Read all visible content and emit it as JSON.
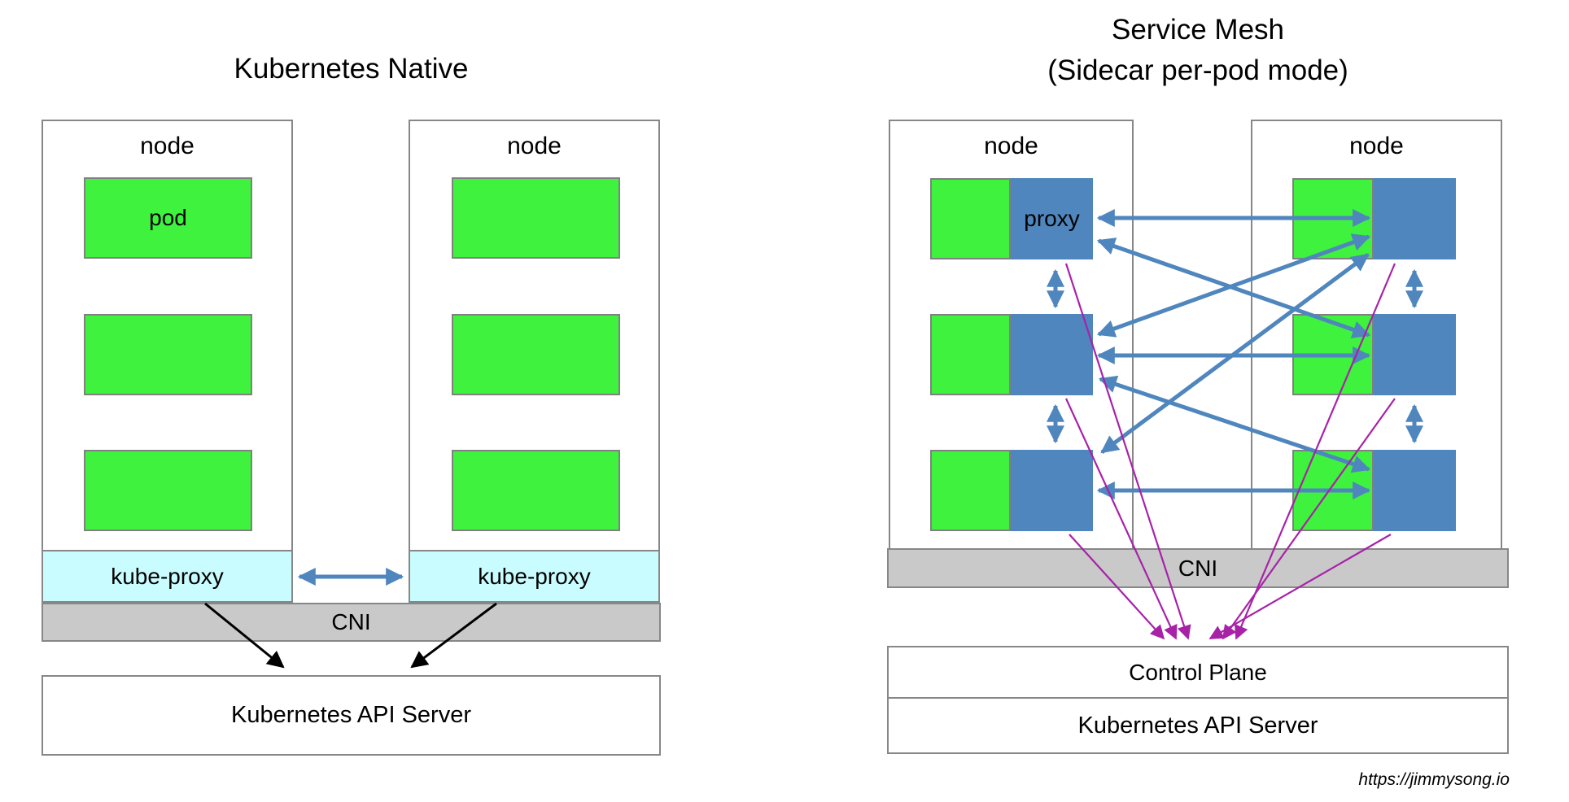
{
  "left_panel": {
    "title": "Kubernetes Native",
    "node1_label": "node",
    "node2_label": "node",
    "pod_label": "pod",
    "kube_proxy1_label": "kube-proxy",
    "kube_proxy2_label": "kube-proxy",
    "cni_label": "CNI",
    "api_server_label": "Kubernetes API Server"
  },
  "right_panel": {
    "title_line1": "Service Mesh",
    "title_line2": "(Sidecar per-pod mode)",
    "node1_label": "node",
    "node2_label": "node",
    "proxy_label": "proxy",
    "cni_label": "CNI",
    "control_plane_label": "Control Plane",
    "api_server_label": "Kubernetes API Server"
  },
  "watermark": "https://jimmysong.io",
  "colors": {
    "pod_green": "#3ef23e",
    "proxy_blue": "#4f86bd",
    "kube_proxy_cyan": "#c9fcff",
    "cni_gray": "#c9c9c9",
    "purple_arrow": "#a822a8",
    "black_arrow": "#000000",
    "box_border_gray": "#878787"
  }
}
